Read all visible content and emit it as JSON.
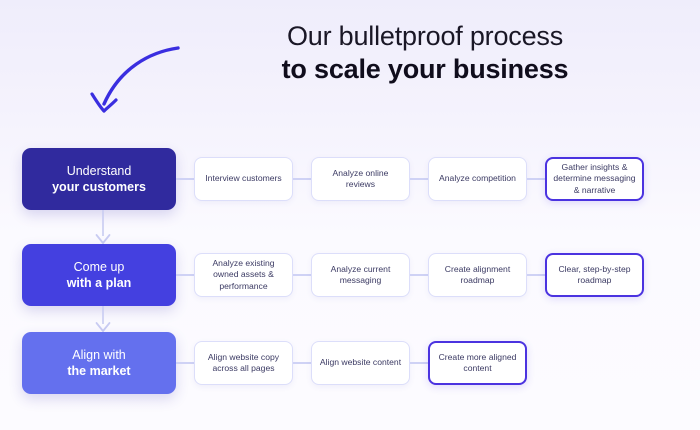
{
  "heading": {
    "line1": "Our bulletproof process",
    "line2": "to scale your business"
  },
  "colors": {
    "background_top": "#efedfb",
    "background_bottom": "#fbfaff",
    "stage_1": "#302a9e",
    "stage_2": "#4440e0",
    "stage_3": "#6470ee",
    "step_border": "#dcdefa",
    "highlight_border": "#4b33e0",
    "connector": "#cfd2f5",
    "step_text": "#3b3a63",
    "arrow_doodle": "#3a2ee0"
  },
  "rows": [
    {
      "stage": {
        "line1": "Understand",
        "line2": "your customers",
        "color": "#302a9e"
      },
      "steps": [
        {
          "text": "Interview customers",
          "highlight": false
        },
        {
          "text": "Analyze online reviews",
          "highlight": false
        },
        {
          "text": "Analyze competition",
          "highlight": false
        },
        {
          "text": "Gather insights & determine messaging & narrative",
          "highlight": true
        }
      ]
    },
    {
      "stage": {
        "line1": "Come up",
        "line2": "with a plan",
        "color": "#4440e0"
      },
      "steps": [
        {
          "text": "Analyze existing owned assets & performance",
          "highlight": false
        },
        {
          "text": "Analyze current messaging",
          "highlight": false
        },
        {
          "text": "Create alignment roadmap",
          "highlight": false
        },
        {
          "text": "Clear, step-by-step roadmap",
          "highlight": true
        }
      ]
    },
    {
      "stage": {
        "line1": "Align with",
        "line2": "the market",
        "color": "#6470ee"
      },
      "steps": [
        {
          "text": "Align website copy across all pages",
          "highlight": false
        },
        {
          "text": "Align website content",
          "highlight": false
        },
        {
          "text": "Create more aligned content",
          "highlight": true
        }
      ]
    }
  ]
}
